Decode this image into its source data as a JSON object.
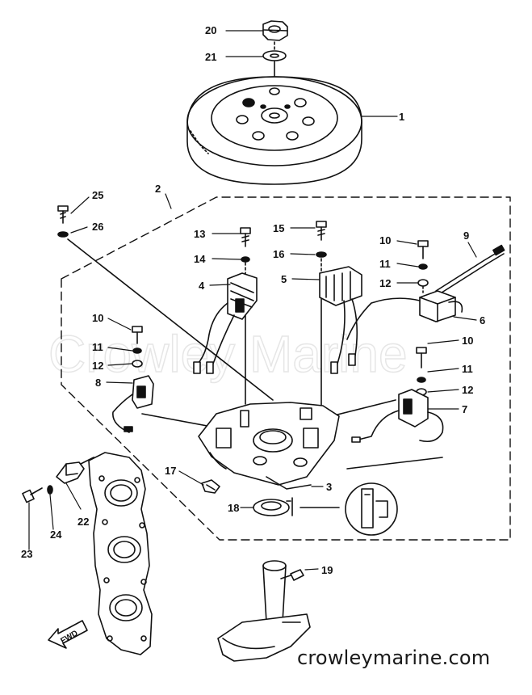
{
  "callouts": [
    "20",
    "21",
    "1",
    "2",
    "25",
    "26",
    "13",
    "14",
    "4",
    "15",
    "16",
    "5",
    "10",
    "11",
    "12",
    "9",
    "6",
    "10",
    "11",
    "12",
    "8",
    "10",
    "11",
    "12",
    "7",
    "17",
    "3",
    "18",
    "22",
    "24",
    "23",
    "19"
  ],
  "arrow_label": "FWD",
  "watermark": "Crowley Marine",
  "footer": "crowleymarine.com"
}
